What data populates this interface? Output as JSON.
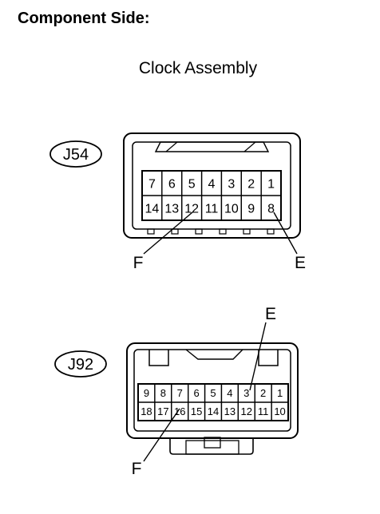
{
  "heading": "Component Side:",
  "subtitle": "Clock Assembly",
  "connectors": [
    {
      "id": "J54",
      "top_row": [
        "7",
        "6",
        "5",
        "4",
        "3",
        "2",
        "1"
      ],
      "bottom_row": [
        "14",
        "13",
        "12",
        "11",
        "10",
        "9",
        "8"
      ],
      "callouts": [
        "F",
        "E"
      ]
    },
    {
      "id": "J92",
      "top_row": [
        "9",
        "8",
        "7",
        "6",
        "5",
        "4",
        "3",
        "2",
        "1"
      ],
      "bottom_row": [
        "18",
        "17",
        "16",
        "15",
        "14",
        "13",
        "12",
        "11",
        "10"
      ],
      "callouts": [
        "E",
        "F"
      ]
    }
  ]
}
